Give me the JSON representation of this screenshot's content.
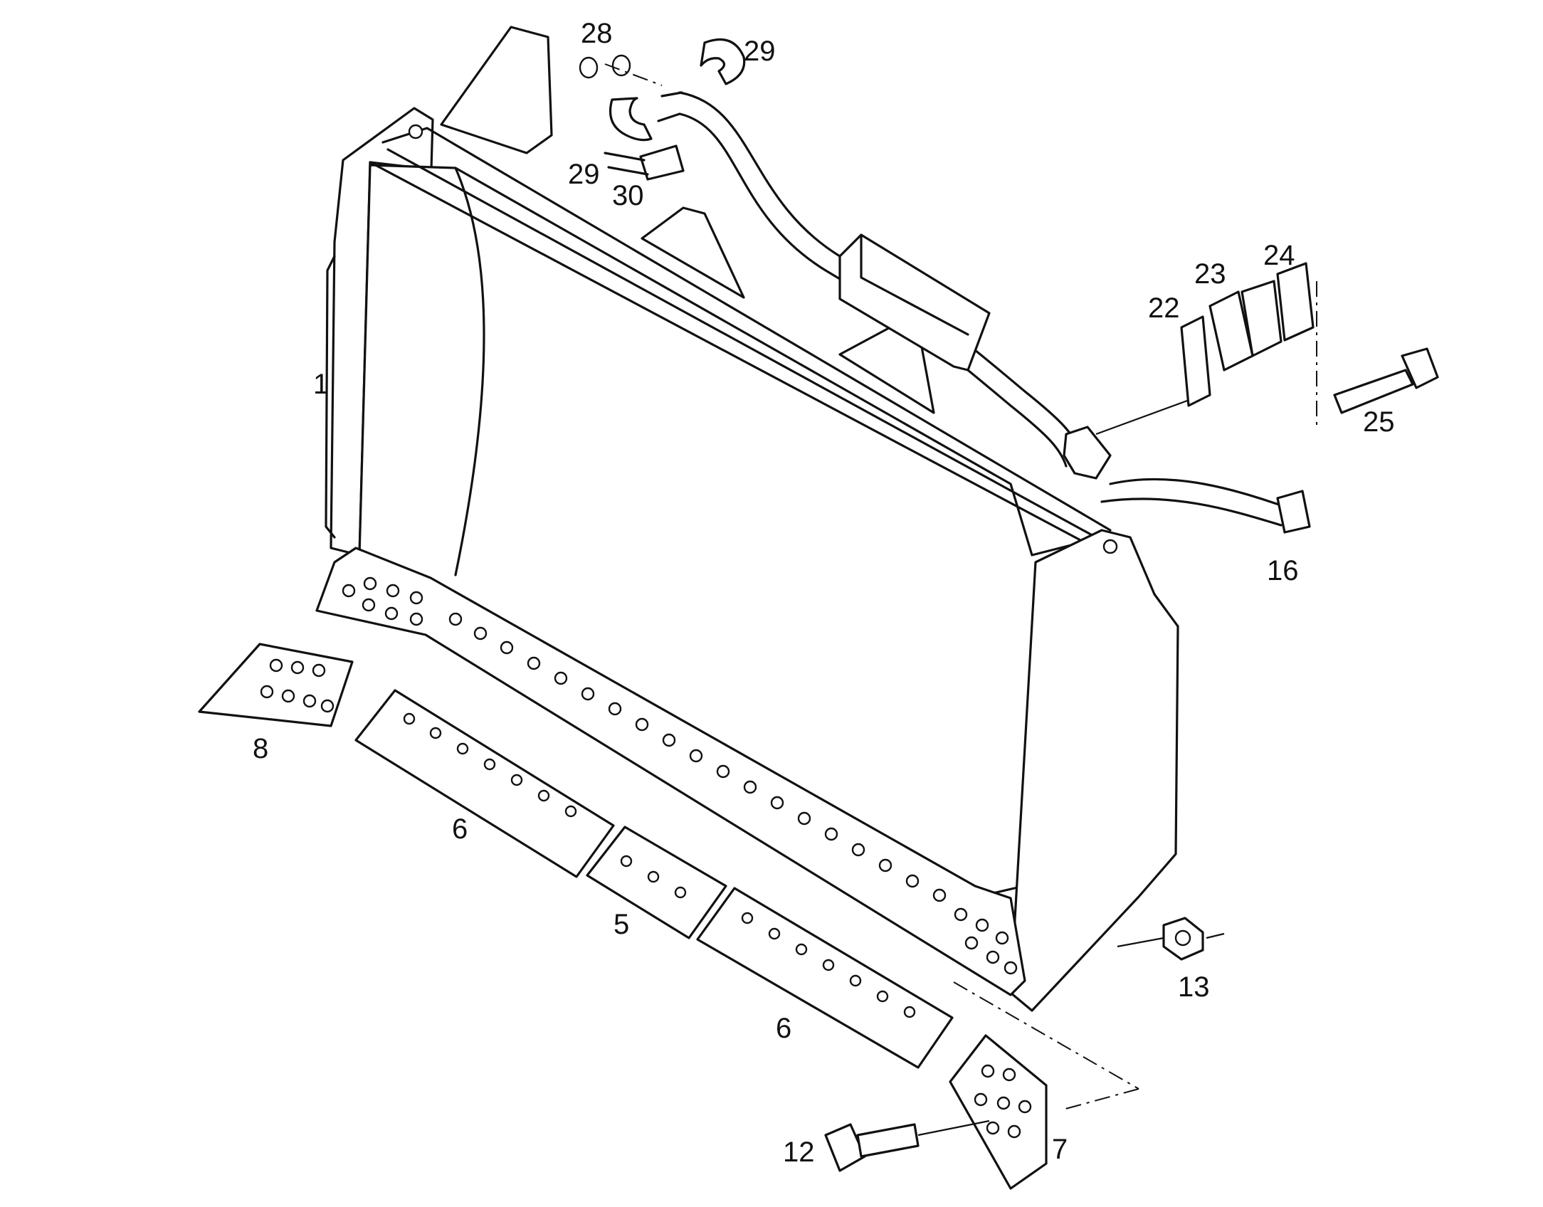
{
  "callouts": [
    {
      "id": "p1",
      "text": "1"
    },
    {
      "id": "p5",
      "text": "5"
    },
    {
      "id": "p6a",
      "text": "6"
    },
    {
      "id": "p6b",
      "text": "6"
    },
    {
      "id": "p7",
      "text": "7"
    },
    {
      "id": "p8",
      "text": "8"
    },
    {
      "id": "p12",
      "text": "12"
    },
    {
      "id": "p13",
      "text": "13"
    },
    {
      "id": "p16",
      "text": "16"
    },
    {
      "id": "p22",
      "text": "22"
    },
    {
      "id": "p23",
      "text": "23"
    },
    {
      "id": "p24",
      "text": "24"
    },
    {
      "id": "p25",
      "text": "25"
    },
    {
      "id": "p28",
      "text": "28"
    },
    {
      "id": "p29a",
      "text": "29"
    },
    {
      "id": "p29b",
      "text": "29"
    },
    {
      "id": "p30",
      "text": "30"
    }
  ]
}
